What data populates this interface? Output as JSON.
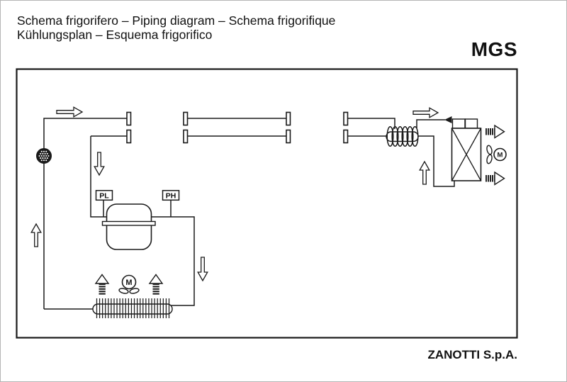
{
  "header": {
    "title_line1": "Schema frigorifero – Piping diagram – Schema frigorifique",
    "title_line2": "Kühlungsplan – Esquema frigorifico",
    "model": "MGS"
  },
  "footer": {
    "company": "ZANOTTI S.p.A."
  },
  "diagram": {
    "labels": {
      "low_pressure_switch": "PL",
      "high_pressure_switch": "PH",
      "condenser_fan_motor": "M",
      "evaporator_fan_motor": "M"
    },
    "colors": {
      "line": "#1a1a1a",
      "background": "#ffffff",
      "frame_gray": "#b5b5b5"
    },
    "components": [
      "compressor",
      "low-pressure-switch",
      "high-pressure-switch",
      "condenser-coil-finned",
      "condenser-fan-motor",
      "filter-drier-sight-glass",
      "line-fittings",
      "suction-liquid-heat-exchanger",
      "expansion-nozzle",
      "evaporator",
      "evaporator-fan-motor",
      "flow-direction-arrows",
      "airflow-arrows"
    ]
  }
}
